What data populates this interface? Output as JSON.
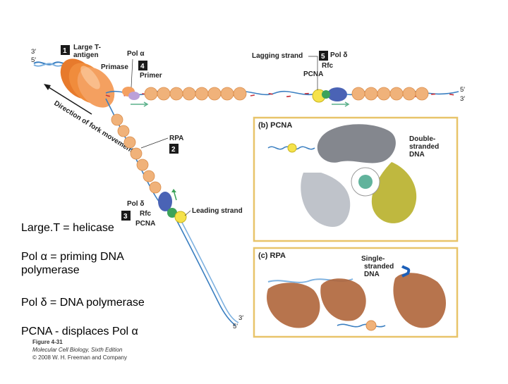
{
  "figure": {
    "title": "(a) SV40 DNA replication fork",
    "labels": {
      "three_prime_top": "3′",
      "five_prime_top": "5′",
      "large_t": "Large T-\nantigen",
      "pol_alpha": "Pol α",
      "primase": "Primase",
      "primer": "Primer",
      "lagging_strand": "Lagging strand",
      "pol_delta_top": "Pol δ",
      "rfc_top": "Rfc",
      "pcna_top": "PCNA",
      "five_prime_right": "5′",
      "three_prime_right": "3′",
      "direction": "Direction of fork movement",
      "rpa": "RPA",
      "pol_delta_bottom": "Pol δ",
      "rfc_bottom": "Rfc",
      "pcna_bottom": "PCNA",
      "leading_strand": "Leading strand",
      "three_prime_bottom": "3′",
      "five_prime_bottom": "5′"
    },
    "step_numbers": [
      "1",
      "4",
      "5",
      "2",
      "3"
    ],
    "panel_b": {
      "title": "(b) PCNA",
      "label": "Double-\nstranded\nDNA"
    },
    "panel_c": {
      "title": "(c) RPA",
      "label": "Single-\nstranded\nDNA"
    },
    "caption": {
      "line1": "Figure 4-31",
      "line2": "Molecular Cell Biology, Sixth Edition",
      "line3": "© 2008 W. H. Freeman and Company"
    },
    "colors": {
      "nucleosome": "#f0b27a",
      "large_t": "#f08c3c",
      "pcna_ring": "#f5e24a",
      "pol_delta": "#4a63b5",
      "rfc": "#3da35a",
      "dna_blue": "#3a7fc1",
      "primer_red": "#c8323c",
      "panel_border": "#e8c46a",
      "pcna_gray": "#8a8e96",
      "pcna_olive": "#b8b02a",
      "rpa_brown": "#b0653a"
    }
  },
  "notes": {
    "line1": "Large.T = helicase",
    "line2a": "Pol ",
    "line2sym": "α",
    "line2b": " = priming DNA",
    "line2c": "polymerase",
    "line3a": "Pol ",
    "line3sym": "δ",
    "line3b": " = DNA polymerase",
    "line4a": "PCNA",
    "line4b": "  - displaces Pol ",
    "line4sym": "α"
  }
}
